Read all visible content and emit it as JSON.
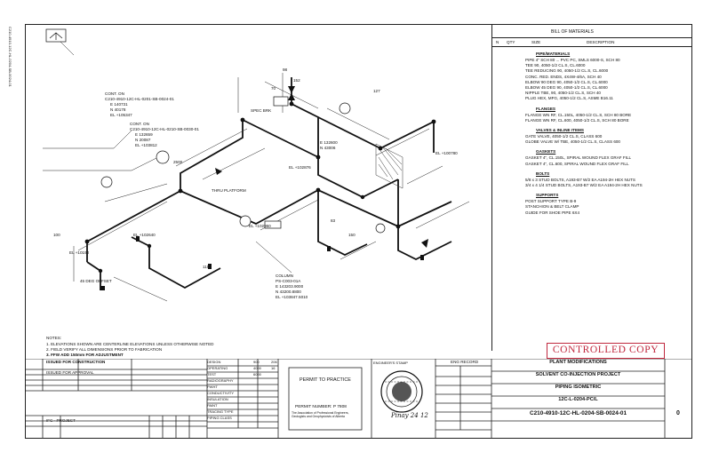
{
  "bom": {
    "title": "BILL OF MATERIALS",
    "headers": {
      "no": "N",
      "qty": "QTY",
      "size": "SIZE",
      "desc": "DESCRIPTION"
    },
    "sections": [
      {
        "heading": "PIPE/MATERIALS",
        "rows": [
          "PIPE 4\" SCH 80 ... PVC PC, SMLS 6000-S, SCH 80",
          "TEE 90, 4050-1/2 CL.S, CL.6000",
          "TEE REDUCING 90, 4050-1/2 CL.S, CL.6000",
          "CONC. RED. ENDS, 4X4W-4/6A, SCH 40",
          "ELBOW 90 DEG 90, 4050-1/2 CL.S, CL.6000",
          "ELBOW 45 DEG 90, 4050-1/2 CL.S, CL.6000",
          "NIPPLE TBE, 90, 4050-1/2 CL.S, SCH 40",
          "PLUG HEX, MFG, 4050-1/2 CL.S, ASME B16.11"
        ]
      },
      {
        "heading": "FLANGES",
        "rows": [
          "FLANGE WN RF, CL.150L, 4050-1/2 CL.S, SCH 80 BORE",
          "FLANGE WN RF, CL.600, 4050-1/2 CL.S, SCH 80 BORE"
        ]
      },
      {
        "heading": "VALVES & INLINE ITEMS",
        "rows": [
          "GATE VALVE, 4050-1/2 CL.S, CLASS 600",
          "GLOBE VALVE W/ TBE, 4050-1/2 CL.S, CLASS 600"
        ]
      },
      {
        "heading": "GASKETS",
        "rows": [
          "GASKET 4\", CL.150L, SPIRAL WOUND FLEX GRAF FILL",
          "GASKET 4\", CL.600, SPIRAL WOUND FLEX GRAF FILL"
        ]
      },
      {
        "heading": "BOLTS",
        "rows": [
          "5/8 x 3 STUD BOLTS, A193-B7 W/2 EA A194-2H HEX NUTS",
          "3/4 x 4 1/4 STUD BOLTS, A193-B7 W/2 EA A194-2H HEX NUTS"
        ]
      },
      {
        "heading": "SUPPORTS",
        "rows": [
          "POST SUPPORT TYPE B-9",
          "STANCHION & BELT CLAMP",
          "GUIDE FOR SHOE PIPE 6X4"
        ]
      }
    ]
  },
  "stamp": "CONTROLLED COPY",
  "notes": {
    "heading": "NOTES:",
    "items": [
      "1. ELEVATIONS SHOWN ARE CENTERLINE ELEVATIONS UNLESS OTHERWISE NOTED",
      "2. FIELD VERIFY ALL DIMENSIONS PRIOR TO FABRICATION",
      "3. FFW ADD 150mm FOR ADJUSTMENT"
    ]
  },
  "permit": {
    "label": "PERMIT TO PRACTICE",
    "number": "PERMIT NUMBER: P 7808",
    "assoc": "The Association of Professional Engineers, Geologists and Geophysicists of Alberta"
  },
  "engineer_stamp_label": "ENGINEER'S STAMP",
  "eng_record": "ENG RECORD",
  "title_block": {
    "plant": "PLANT MODIFICATIONS",
    "project": "SOLVENT CO-INJECTION PROJECT",
    "type": "PIPING ISOMETRIC",
    "line": "12C-L-0204-PC/L",
    "drawing_number": "C210-4910-12C-HL-0204-SB-0024-01",
    "rev": "0"
  },
  "design_table": {
    "rows": [
      {
        "label": "DESIGN",
        "v1": "900",
        "v2": "206"
      },
      {
        "label": "OPERATING",
        "v1": "4000",
        "v2": "16"
      },
      {
        "label": "TEST",
        "v1": "6000",
        "v2": ""
      },
      {
        "label": "RADIOGRAPHY",
        "v1": "",
        "v2": ""
      },
      {
        "label": "PWHT",
        "v1": "",
        "v2": ""
      },
      {
        "label": "CONDUCTIVITY",
        "v1": "",
        "v2": ""
      },
      {
        "label": "INSULATION",
        "v1": "",
        "v2": ""
      },
      {
        "label": "PAINT",
        "v1": "",
        "v2": ""
      },
      {
        "label": "TRACING TYPE",
        "v1": "",
        "v2": ""
      },
      {
        "label": "PIPING CLASS",
        "v1": "",
        "v2": ""
      }
    ]
  },
  "revision_block": {
    "rows": [
      "ISSUED FOR CONSTRUCTION",
      "ISSUED FOR APPROVAL",
      "IFC - PROJECT"
    ]
  },
  "signature": "Pinay 24 12",
  "iso_labels": {
    "conf1": "CONT. ON",
    "conf1_dwg": "C210-4910-12C-HL-0201-SB-0024-01",
    "conf1_e": "E 140731",
    "conf1_n": "N 40178",
    "conf1_el": "EL +105347",
    "conf2": "CONT. ON",
    "conf2_dwg": "C210-4910-12C-HL-0210-SB-0030-01",
    "conf2_e": "E 132659",
    "conf2_n": "N 20087",
    "conf2_el": "EL +103812",
    "thru": "THRU PLATFORM",
    "col": "COLUMN",
    "col_tag": "PS-C003-01A",
    "col_e": "E 143203.9000",
    "col_n": "N 43200.8800",
    "col_el": "EL +103847.5010",
    "el1": "EL +102876",
    "el2": "EL +100780",
    "el3": "EL +102950",
    "el4": "EL +102640",
    "el5": "EL +10190",
    "e1": "E 132600",
    "n1": "N 43006",
    "offset": "45 DEG OFFSET",
    "spec": "SPEC BRK",
    "s1": "152",
    "s2": "127",
    "s3": "2500",
    "s4": "98",
    "s5": "70",
    "s6": "83",
    "s7": "1150",
    "s8": "100",
    "s9": "150"
  }
}
